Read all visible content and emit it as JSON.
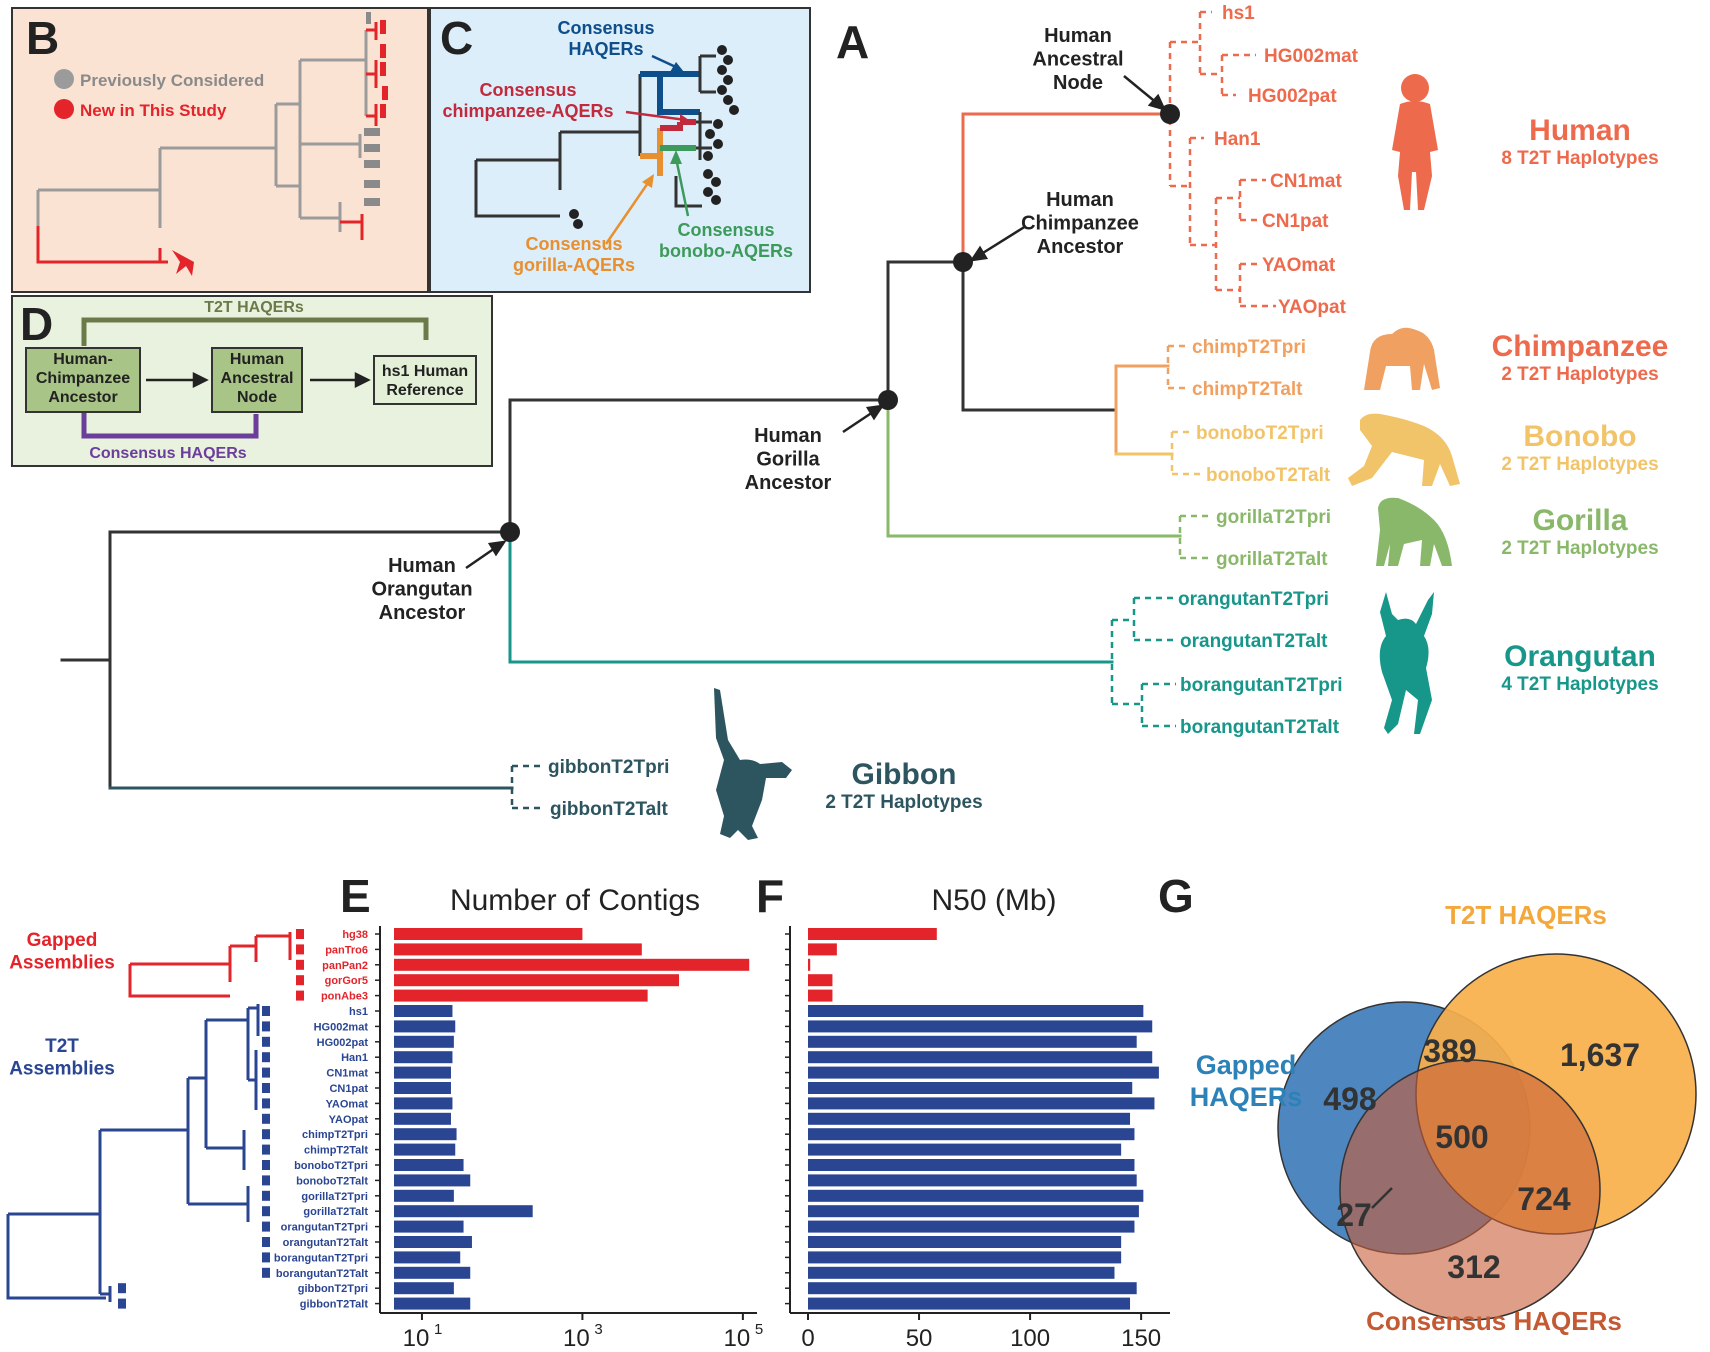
{
  "panel_letters": {
    "a": "A",
    "b": "B",
    "c": "C",
    "d": "D",
    "e": "E",
    "f": "F",
    "g": "G"
  },
  "colors": {
    "human": "#ee6a4d",
    "chimp": "#f0a060",
    "bonobo": "#f2c46a",
    "gorilla": "#8ab86a",
    "orangutan": "#17968a",
    "gibbon": "#2d5560",
    "ancestral": "#333333",
    "gapped": "#e3242b",
    "t2t": "#2a4592",
    "venn_blue": "#4e86c0",
    "venn_orange": "#f8b04a",
    "venn_red": "#c85e37",
    "panelB_bg": "#fbe3d3",
    "panelC_bg": "#dceefa",
    "panelD_bg": "#e9f2df",
    "panelB_gray": "#9b9b9b"
  },
  "panelA": {
    "nodes": {
      "human_ancestral": "Human\nAncestral\nNode",
      "human_chimp": "Human\nChimpanzee\nAncestor",
      "human_gorilla": "Human\nGorilla\nAncestor",
      "human_orangutan": "Human\nOrangutan\nAncestor"
    },
    "human_leaves": [
      "hs1",
      "HG002mat",
      "HG002pat",
      "Han1",
      "CN1mat",
      "CN1pat",
      "YAOmat",
      "YAOpat"
    ],
    "chimp_leaves": [
      "chimpT2Tpri",
      "chimpT2Talt"
    ],
    "bonobo_leaves": [
      "bonoboT2Tpri",
      "bonoboT2Talt"
    ],
    "gorilla_leaves": [
      "gorillaT2Tpri",
      "gorillaT2Talt"
    ],
    "orangutan_leaves": [
      "orangutanT2Tpri",
      "orangutanT2Talt",
      "borangutanT2Tpri",
      "borangutanT2Talt"
    ],
    "gibbon_leaves": [
      "gibbonT2Tpri",
      "gibbonT2Talt"
    ],
    "species": [
      {
        "name": "Human",
        "sub": "8 T2T Haplotypes"
      },
      {
        "name": "Chimpanzee",
        "sub": "2 T2T Haplotypes"
      },
      {
        "name": "Bonobo",
        "sub": "2 T2T Haplotypes"
      },
      {
        "name": "Gorilla",
        "sub": "2 T2T Haplotypes"
      },
      {
        "name": "Orangutan",
        "sub": "4 T2T Haplotypes"
      },
      {
        "name": "Gibbon",
        "sub": "2 T2T Haplotypes"
      }
    ]
  },
  "panelB": {
    "legend": [
      "Previously Considered",
      "New in This Study"
    ]
  },
  "panelC": {
    "labels": {
      "haqer": "Consensus\nHAQERs",
      "chimp": "Consensus\nchimpanzee-AQERs",
      "gorilla": "Consensus\ngorilla-AQERs",
      "bonobo": "Consensus\nbonobo-AQERs"
    }
  },
  "panelD": {
    "t2t": "T2T HAQERs",
    "consensus": "Consensus HAQERs",
    "box1": "Human-\nChimpanzee\nAncestor",
    "box2": "Human\nAncestral\nNode",
    "box3": "hs1 Human\nReference"
  },
  "panelE": {
    "title": "Number of Contigs",
    "tick_labels": [
      "10",
      "10",
      "10"
    ],
    "tick_exponents": [
      "1",
      "3",
      "5"
    ]
  },
  "panelF": {
    "title": "N50 (Mb)",
    "tick_labels": [
      "0",
      "50",
      "100",
      "150"
    ]
  },
  "tree_labels": {
    "gapped": "Gapped\nAssemblies",
    "t2t": "T2T\nAssemblies"
  },
  "chart_data": [
    {
      "type": "bar",
      "title": "Number of Contigs",
      "xscale": "log",
      "xlim": [
        3,
        150000
      ],
      "categories": [
        "hg38",
        "panTro6",
        "panPan2",
        "gorGor5",
        "ponAbe3",
        "hs1",
        "HG002mat",
        "HG002pat",
        "Han1",
        "CN1mat",
        "CN1pat",
        "YAOmat",
        "YAOpat",
        "chimpT2Tpri",
        "chimpT2Talt",
        "bonoboT2Tpri",
        "bonoboT2Talt",
        "gorillaT2Tpri",
        "gorillaT2Talt",
        "orangutanT2Tpri",
        "orangutanT2Talt",
        "borangutanT2Tpri",
        "borangutanT2Talt",
        "gibbonT2Tpri",
        "gibbonT2Talt"
      ],
      "values": [
        1000,
        5500,
        120000,
        16000,
        6500,
        24,
        26,
        25,
        24,
        23,
        23,
        24,
        23,
        27,
        26,
        33,
        40,
        25,
        240,
        33,
        42,
        30,
        40,
        25,
        40
      ]
    },
    {
      "type": "bar",
      "title": "N50 (Mb)",
      "xlim": [
        0,
        163
      ],
      "categories": [
        "hg38",
        "panTro6",
        "panPan2",
        "gorGor5",
        "ponAbe3",
        "hs1",
        "HG002mat",
        "HG002pat",
        "Han1",
        "CN1mat",
        "CN1pat",
        "YAOmat",
        "YAOpat",
        "chimpT2Tpri",
        "chimpT2Talt",
        "bonoboT2Tpri",
        "bonoboT2Talt",
        "gorillaT2Tpri",
        "gorillaT2Talt",
        "orangutanT2Tpri",
        "orangutanT2Talt",
        "borangutanT2Tpri",
        "borangutanT2Talt",
        "gibbonT2Tpri",
        "gibbonT2Talt"
      ],
      "values": [
        58,
        13,
        1,
        11,
        11,
        151,
        155,
        148,
        155,
        158,
        146,
        156,
        145,
        147,
        141,
        147,
        148,
        151,
        149,
        147,
        141,
        141,
        138,
        148,
        145
      ]
    }
  ],
  "venn": {
    "labels": {
      "t2t": "T2T HAQERs",
      "gapped": "Gapped\nHAQERs",
      "consensus": "Consensus HAQERs"
    },
    "regions": {
      "gapped_only": "498",
      "gapped_t2t": "389",
      "t2t_only": "1,637",
      "all": "500",
      "t2t_consensus": "724",
      "gapped_consensus": "27",
      "consensus_only": "312"
    }
  }
}
